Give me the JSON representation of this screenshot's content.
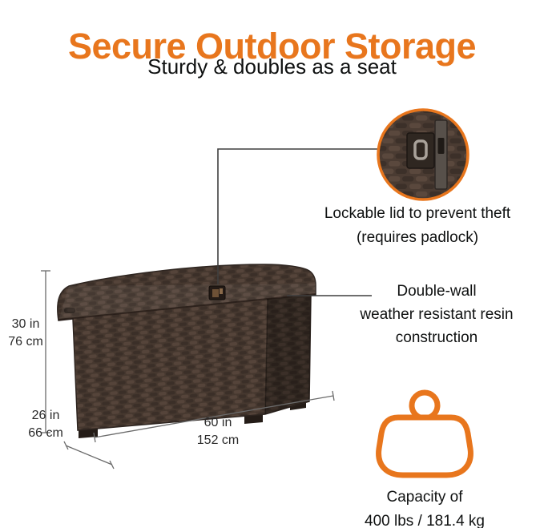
{
  "header": {
    "title": "Secure Outdoor Storage",
    "subtitle": "Sturdy & doubles as a seat"
  },
  "callouts": {
    "lock_line1": "Lockable lid to prevent theft",
    "lock_line2": "(requires padlock)",
    "wall_line1": "Double-wall",
    "wall_line2": "weather resistant resin",
    "wall_line3": "construction",
    "capacity_line1": "Capacity of",
    "capacity_line2": "400 lbs / 181.4 kg"
  },
  "dimensions": {
    "height_in": "30 in",
    "height_cm": "76 cm",
    "depth_in": "26 in",
    "depth_cm": "66 cm",
    "width_in": "60 in",
    "width_cm": "152 cm"
  },
  "icons": {
    "lock_zoom": "padlock-hasp-zoom-icon",
    "capacity": "weight-capacity-icon"
  },
  "colors": {
    "accent_orange": "#E8761D",
    "text_dark": "#0F1111",
    "box_brown": "#46382F",
    "dimension_line": "#6B6B6B"
  }
}
